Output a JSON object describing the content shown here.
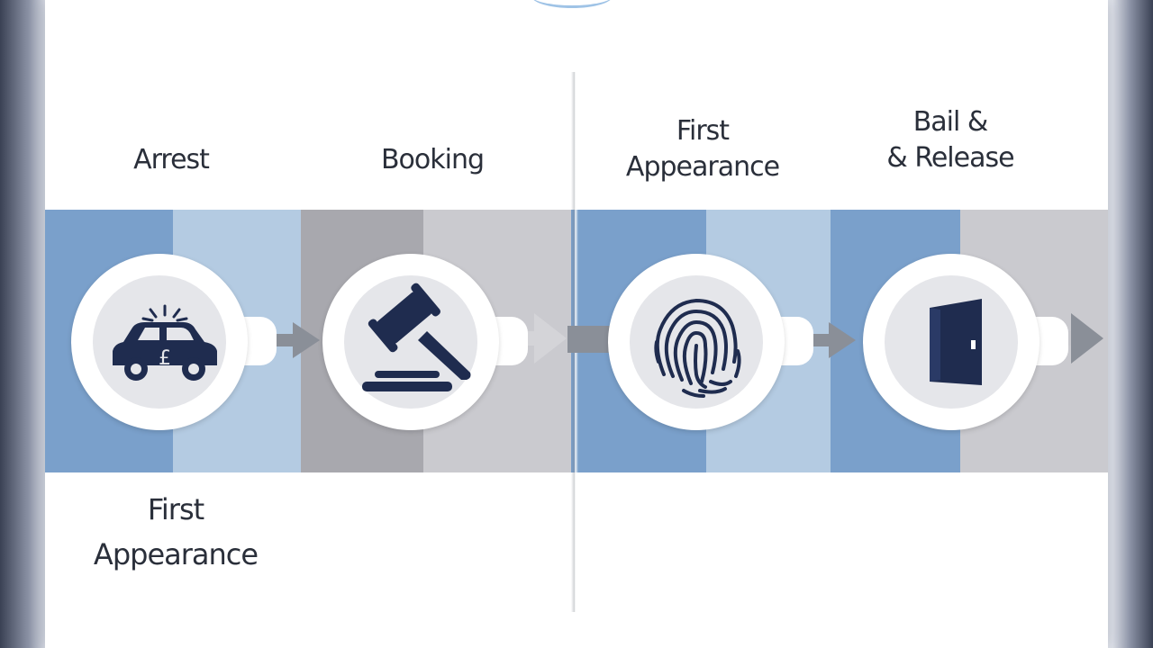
{
  "labels": {
    "arrest": "Arrest",
    "booking": "Booking",
    "first_appearance_top": [
      "First",
      "Appearance"
    ],
    "bail_release": [
      "Bail &",
      "& Release"
    ],
    "first_appearance_bottom": [
      "First",
      "Appearance"
    ]
  },
  "band_colors": [
    "#7aa0cb",
    "#b4cbe2",
    "#a8a8ae",
    "#cacacf",
    "#7aa0cb",
    "#b4cbe2",
    "#7aa0cb",
    "#cacacf"
  ],
  "icons": [
    "police-car-icon",
    "gavel-icon",
    "fingerprint-icon",
    "door-icon"
  ],
  "icon_color": "#1f2c4f"
}
